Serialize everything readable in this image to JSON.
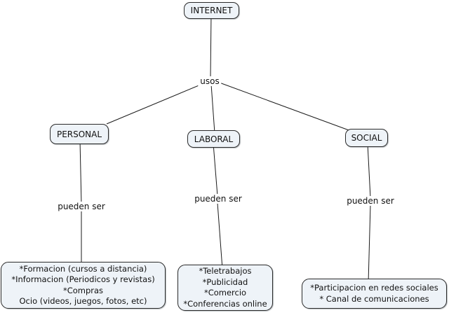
{
  "colors": {
    "background": "#ffffff",
    "node_fill": "#eef3f8",
    "node_border": "#2a2a2a",
    "edge_line": "#1a1a1a",
    "text": "#111111"
  },
  "root": {
    "label": "INTERNET"
  },
  "root_link": {
    "label": "usos"
  },
  "branches": [
    {
      "label": "PERSONAL",
      "link_label": "pueden ser",
      "items": [
        "*Formacion (cursos a distancia)",
        "*Informacion (Periodicos y revistas)",
        "*Compras",
        "Ocio (videos, juegos, fotos, etc)"
      ]
    },
    {
      "label": "LABORAL",
      "link_label": "pueden ser",
      "items": [
        "*Teletrabajos",
        "*Publicidad",
        "*Comercio",
        "*Conferencias online"
      ]
    },
    {
      "label": "SOCIAL",
      "link_label": "pueden ser",
      "items": [
        "*Participacion en redes sociales",
        "* Canal de comunicaciones"
      ]
    }
  ]
}
